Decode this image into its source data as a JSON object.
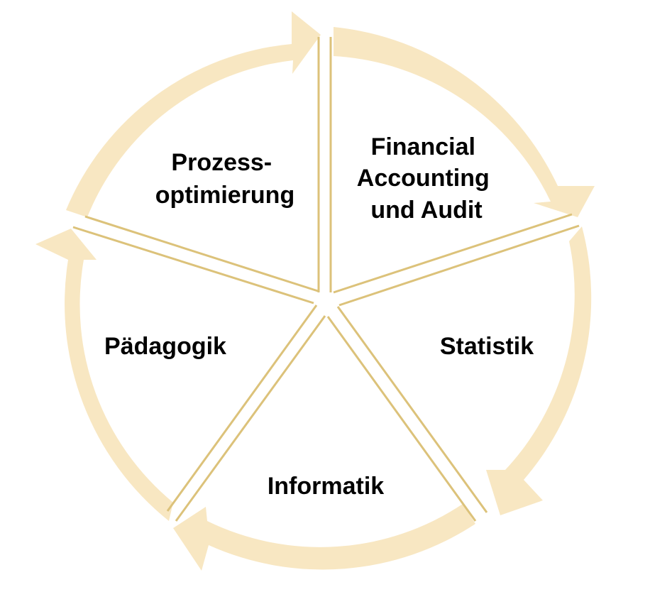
{
  "segments": [
    {
      "id": "prozess",
      "lines": [
        "Prozess-",
        "optimierung"
      ]
    },
    {
      "id": "financial",
      "lines": [
        "Financial",
        "Accounting",
        "und Audit"
      ]
    },
    {
      "id": "statistik",
      "lines": [
        "Statistik"
      ]
    },
    {
      "id": "informatik",
      "lines": [
        "Informatik"
      ]
    },
    {
      "id": "paedagogik",
      "lines": [
        "Pädagogik"
      ]
    }
  ],
  "colors": {
    "arrow_fill": "#f8e7c2",
    "divider": "#dcc27a",
    "text": "#000000"
  }
}
